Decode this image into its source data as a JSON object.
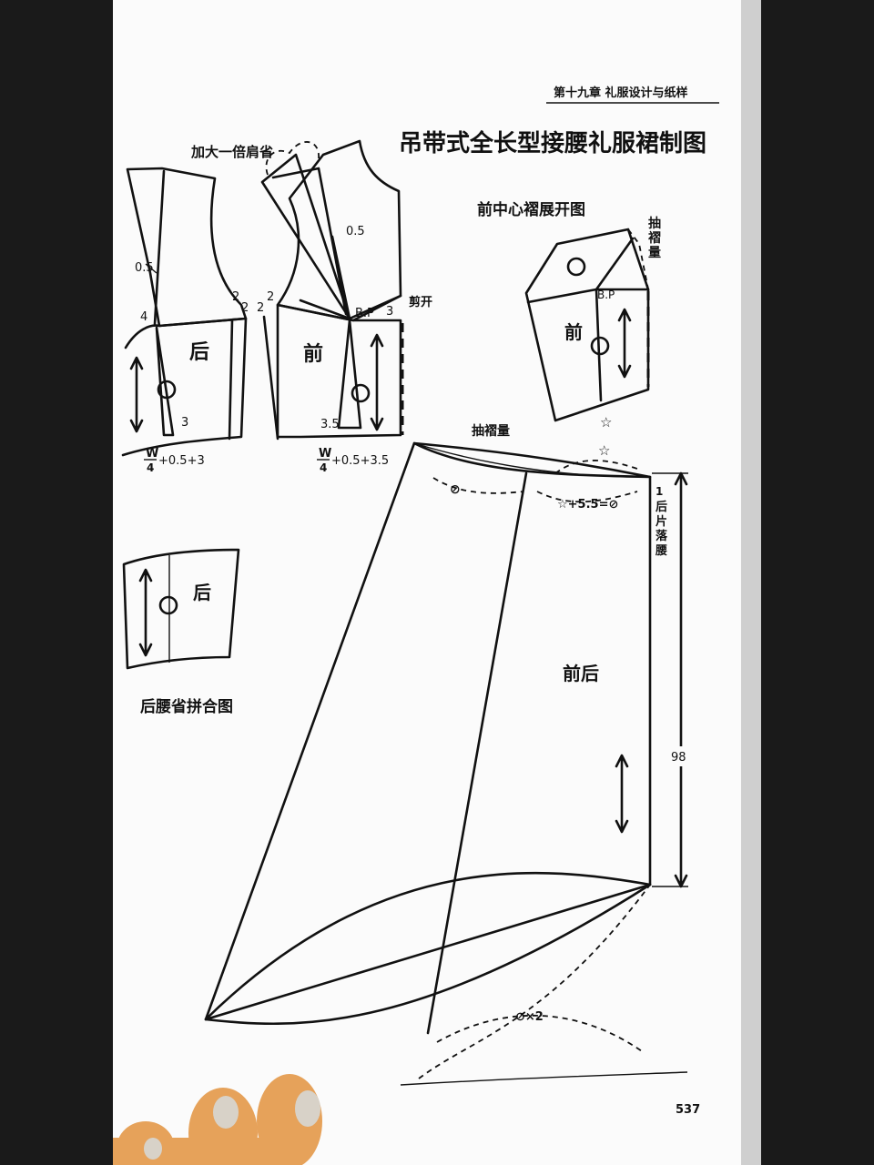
{
  "header": {
    "chapter": "第十九章  礼服设计与纸样"
  },
  "title": "吊带式全长型接腰礼服裙制图",
  "labels": {
    "enlarge_dart": "加大一倍肩省",
    "front_pleat_title": "前中心褶展开图",
    "gather_vertical": [
      "抽",
      "褶",
      "量"
    ],
    "gather_amount": "抽褶量",
    "cut_open": "剪开",
    "back": "后",
    "front": "前",
    "front_back": "前后",
    "back_dart_title": "后腰省拼合图",
    "back_drop_vertical": [
      "1",
      "后",
      "片",
      "落",
      "腰"
    ],
    "bp": "B.P",
    "bp2": "B.P",
    "v05a": "0.5",
    "v05b": "0.5",
    "v4": "4",
    "v2a": "2",
    "v2b": "2",
    "v2c": "2",
    "v2d": "2",
    "v3a": "3",
    "v3b": "3",
    "v35": "3.5",
    "w_num": "W",
    "w_den": "4",
    "back_waist_tail": "+0.5+3",
    "front_waist_tail": "+0.5+3.5",
    "circle_sym": "⊘",
    "star_formula": "☆+5.5=⊘",
    "star": "☆",
    "hem_formula": "⊘×2",
    "length": "98",
    "page_number": "537"
  },
  "colors": {
    "paper": "#fbfbfb",
    "ink": "#111111",
    "finger": "#e6a25a",
    "nail": "#d8d2c8"
  }
}
